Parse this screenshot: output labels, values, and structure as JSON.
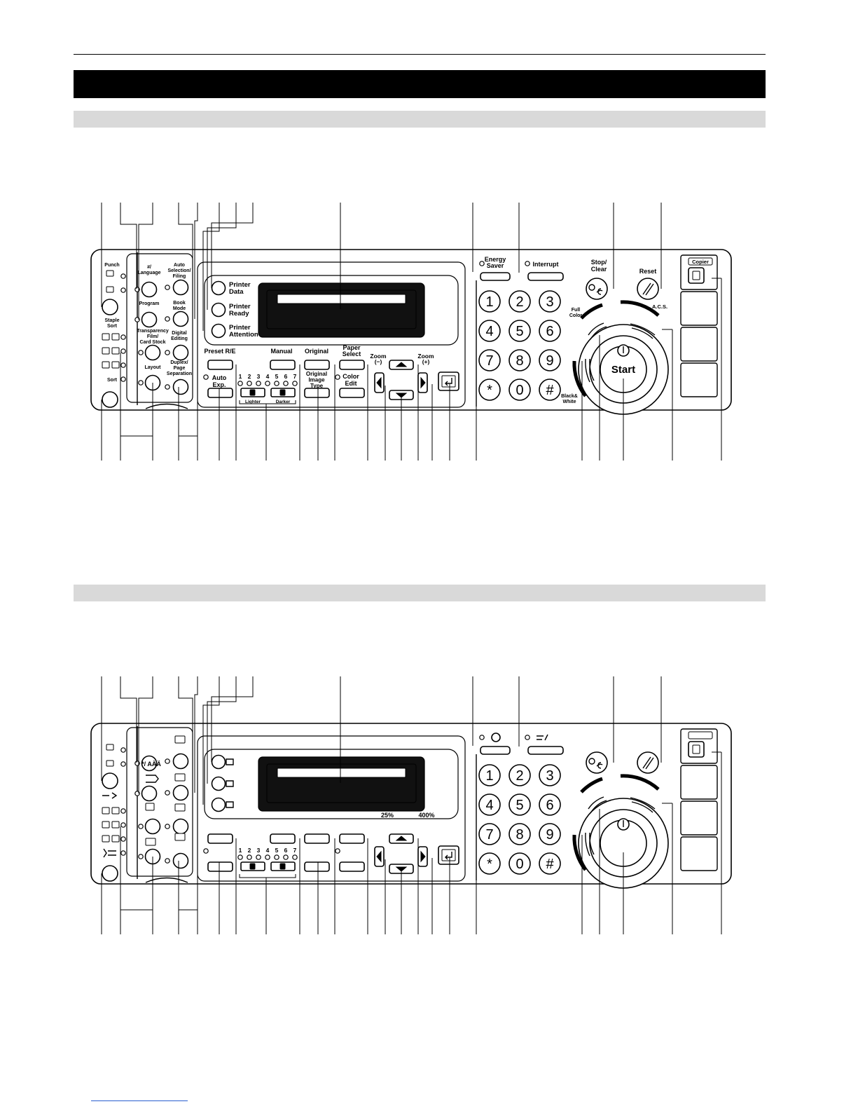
{
  "panel1": {
    "left": {
      "punch": "Punch",
      "staple_sort": [
        "Staple",
        "Sort"
      ],
      "sort": "Sort",
      "lang": [
        "#/",
        "Language"
      ],
      "program": "Program",
      "transparency": [
        "Transparency",
        "Film/",
        "Card Stock"
      ],
      "layout": "Layout",
      "auto_sel": [
        "Auto",
        "Selection/",
        "Filing"
      ],
      "book": [
        "Book",
        "Mode"
      ],
      "digital": [
        "Digital",
        "Editing"
      ],
      "duplex": [
        "Duplex/",
        "Page",
        "Separation"
      ]
    },
    "printer": {
      "data": [
        "Printer",
        "Data"
      ],
      "ready": [
        "Printer",
        "Ready"
      ],
      "attention": [
        "Printer",
        "Attention"
      ]
    },
    "ops": {
      "preset": "Preset R/E",
      "auto_exp": [
        "Auto",
        "Exp."
      ],
      "lighter": "Lighter",
      "darker": "Darker",
      "manual": "Manual",
      "original": "Original",
      "orig_type": [
        "Original",
        "Image",
        "Type"
      ],
      "paper_select": [
        "Paper",
        "Select"
      ],
      "color_edit": [
        "Color",
        "Edit"
      ],
      "zoom_minus": [
        "Zoom",
        "(−)"
      ],
      "zoom_plus": [
        "Zoom",
        "(+)"
      ]
    },
    "top": {
      "energy": [
        "Energy",
        "Saver"
      ],
      "interrupt": "Interrupt",
      "stop": [
        "Stop/",
        "Clear"
      ],
      "reset": "Reset"
    },
    "right": {
      "full_color": [
        "Full",
        "Color"
      ],
      "acs": "A.C.S.",
      "bw": [
        "Black&",
        "White"
      ],
      "start": "Start",
      "copier": "Copier"
    }
  },
  "panel2": {
    "lang": "*/ AÀÄ",
    "percent_min": "25%",
    "percent_max": "400%"
  },
  "shared": {
    "density_numbers": [
      "1",
      "2",
      "3",
      "4",
      "5",
      "6",
      "7"
    ],
    "keypad": [
      "1",
      "2",
      "3",
      "4",
      "5",
      "6",
      "7",
      "8",
      "9",
      "*",
      "0",
      "#"
    ]
  }
}
